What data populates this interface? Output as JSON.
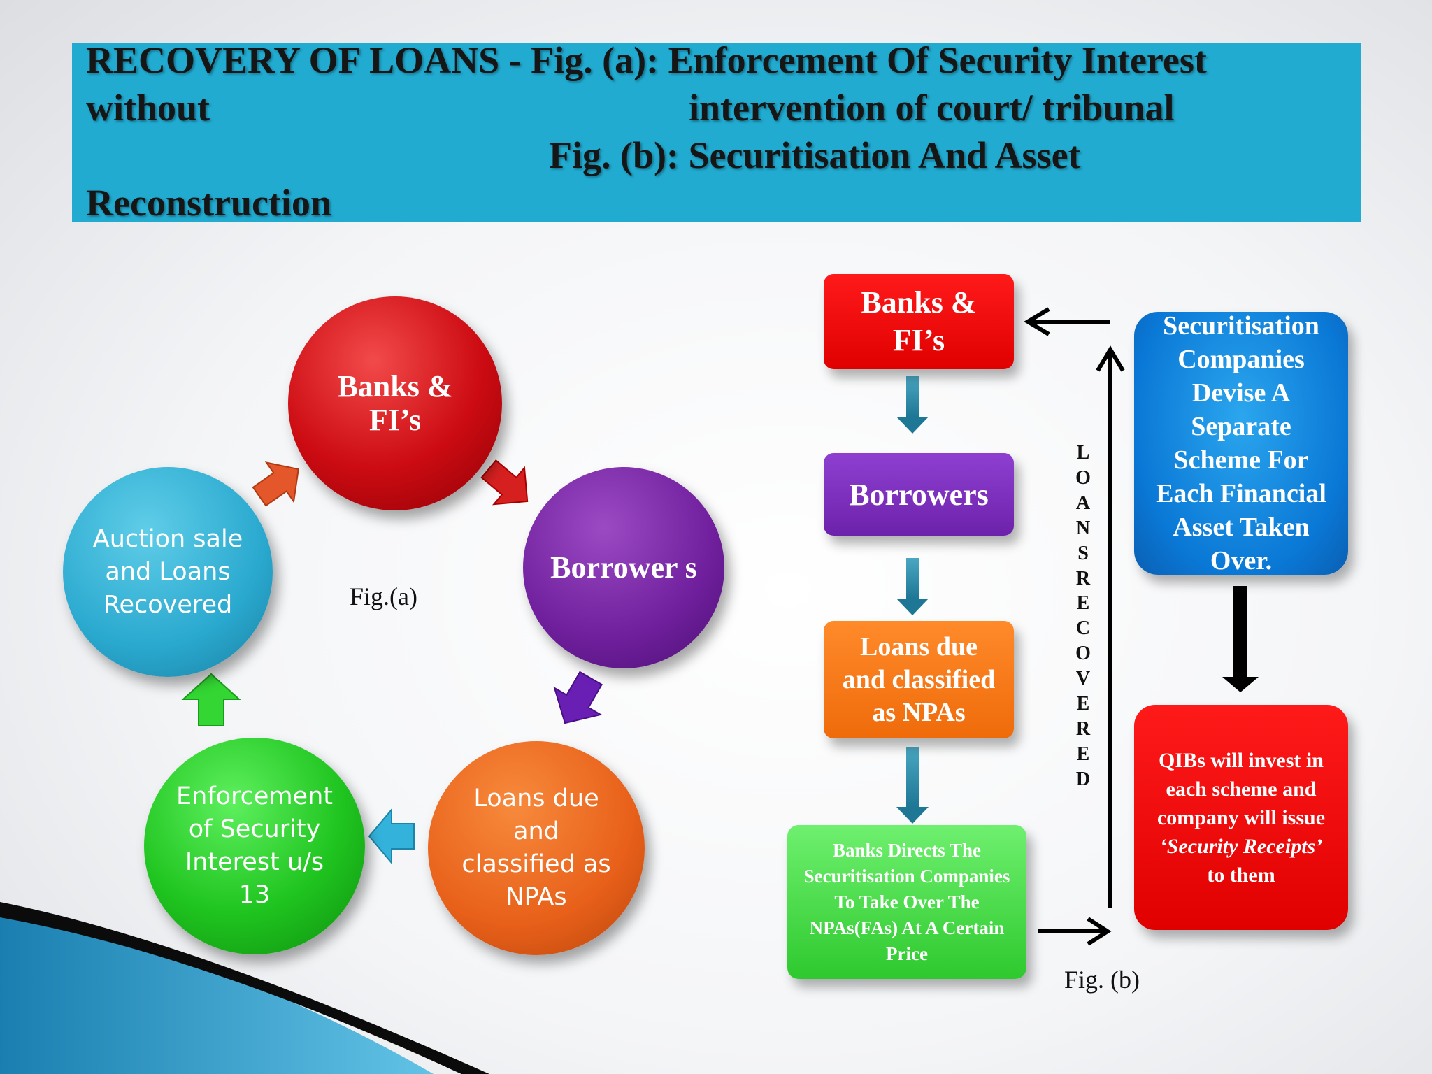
{
  "title": {
    "line1": "RECOVERY OF LOANS -  Fig. (a): Enforcement Of Security Interest",
    "line2a": "without",
    "line2b": "intervention of court/ tribunal",
    "line3": "Fig. (b): Securitisation And Asset",
    "line4": "Reconstruction"
  },
  "fig_a": {
    "banks": "Banks & FI’s",
    "borrowers": "Borrower s",
    "loans": "Loans due and classified as NPAs",
    "enforcement": "Enforcement of Security Interest  u/s 13",
    "auction": "Auction sale and Loans Recovered",
    "label": "Fig.(a)"
  },
  "fig_b": {
    "banks": "Banks & FI’s",
    "borrowers": "Borrowers",
    "loans": "Loans due and classified as NPAs",
    "directs": "Banks Directs The Securitisation Companies To Take Over The NPAs(FAs) At A Certain Price",
    "securitisation": "Securitisation Companies Devise A Separate Scheme For Each Financial Asset Taken Over.",
    "qib_pre": "QIBs will invest in each scheme and company will issue",
    "qib_italic": "‘Security Receipts’",
    "qib_post": "to them",
    "loans_recovered": "LOANS RECOVERED",
    "label": "Fig. (b)"
  },
  "colors": {
    "title_bar": "#21abd1",
    "red": "#e00000",
    "purple": "#6f1f9c",
    "orange": "#e8601a",
    "green": "#1fc41f",
    "blue": "#2aa9cf",
    "arrow_teal": "#2a8aa6"
  }
}
